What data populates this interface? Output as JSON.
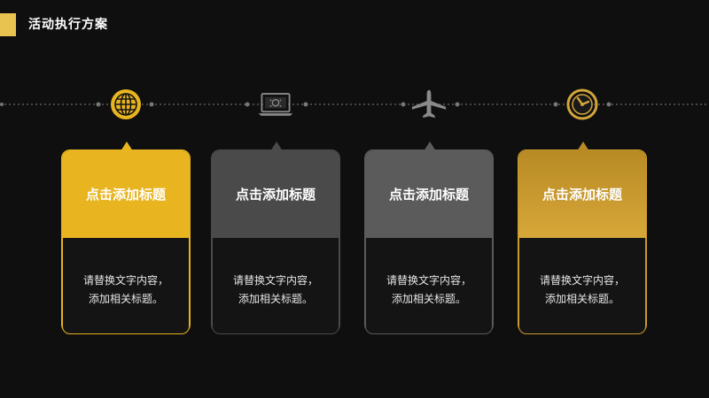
{
  "slide": {
    "title": "活动执行方案"
  },
  "colors": {
    "accent": "#e8c34f",
    "card1": "#e8b520",
    "card2": "#4a4a4a",
    "card3": "#5b5b5b",
    "card4": "#c99a2e",
    "background": "#0f0f0f"
  },
  "icons": [
    "globe-icon",
    "laptop-icon",
    "airplane-icon",
    "clock-icon"
  ],
  "cards": [
    {
      "heading": "点击添加标题",
      "line1": "请替换文字内容，",
      "line2": "添加相关标题。"
    },
    {
      "heading": "点击添加标题",
      "line1": "请替换文字内容，",
      "line2": "添加相关标题。"
    },
    {
      "heading": "点击添加标题",
      "line1": "请替换文字内容，",
      "line2": "添加相关标题。"
    },
    {
      "heading": "点击添加标题",
      "line1": "请替换文字内容，",
      "line2": "添加相关标题。"
    }
  ]
}
